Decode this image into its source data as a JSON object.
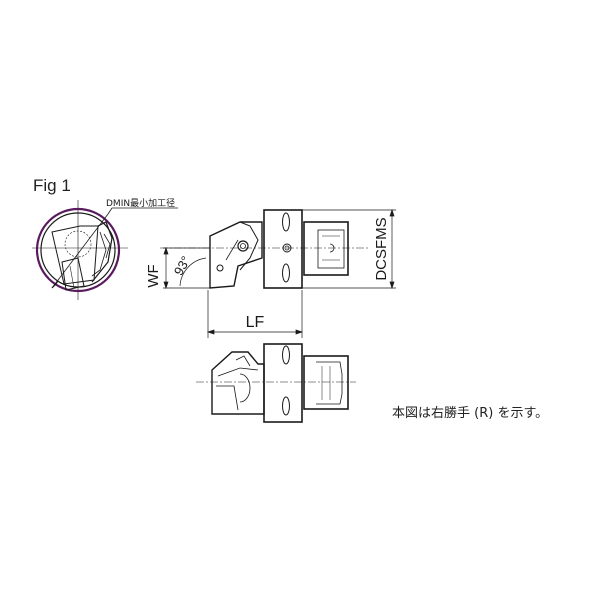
{
  "figure": {
    "label": "Fig 1",
    "detail_callout": "DMIN最小加工径",
    "angle_label": "93°",
    "dimensions": {
      "wf": "WF",
      "lf": "LF",
      "dcsfms": "DCSFMS"
    },
    "note": "本図は右勝手 (R) を示す。",
    "colors": {
      "line": "#1a1a1a",
      "dmin_circle": "#5a1a5e",
      "background": "#ffffff"
    }
  }
}
